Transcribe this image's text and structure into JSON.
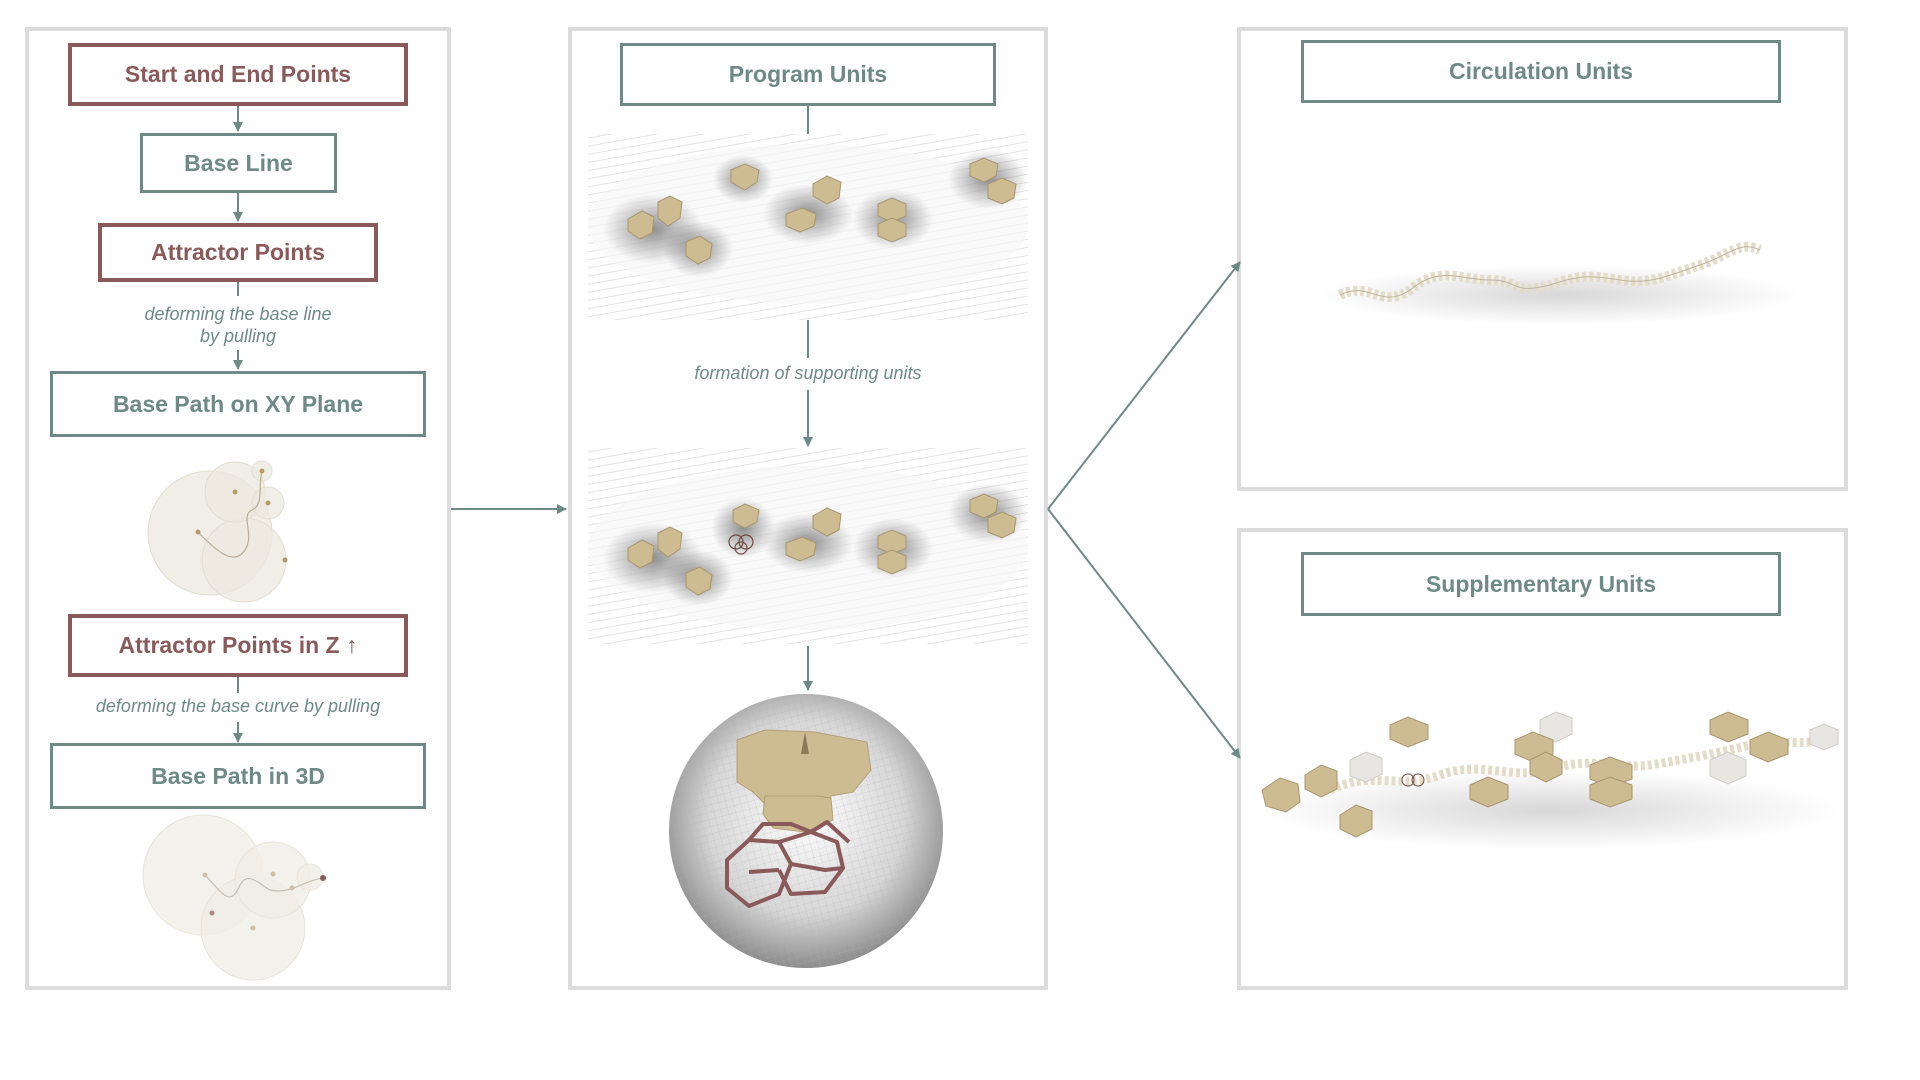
{
  "left_panel": {
    "start_end": "Start and End Points",
    "base_line": "Base Line",
    "attractor": "Attractor Points",
    "note1_line1": "deforming the base line",
    "note1_line2": "by pulling",
    "base_path_xy": "Base Path on XY Plane",
    "attractor_z": "Attractor Points in Z ↑",
    "note2": "deforming the base curve by pulling",
    "base_path_3d": "Base Path in 3D"
  },
  "middle_panel": {
    "program_units": "Program Units",
    "note": "formation of supporting units"
  },
  "right_panels": {
    "circulation_units": "Circulation Units",
    "supplementary_units": "Supplementary Units"
  },
  "colors": {
    "accent_red": "#8a5a5a",
    "accent_grey": "#6e8a87",
    "panel_border": "#dcdcdc",
    "unit_fill": "#cdbb92"
  }
}
